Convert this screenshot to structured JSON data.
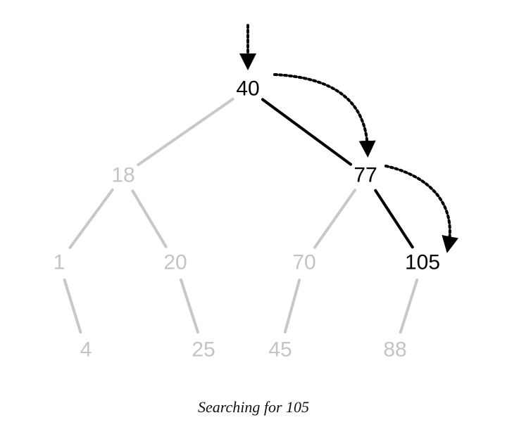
{
  "diagram": {
    "nodes": [
      {
        "id": "n40",
        "label": "40",
        "highlighted": true
      },
      {
        "id": "n18",
        "label": "18",
        "highlighted": false
      },
      {
        "id": "n77",
        "label": "77",
        "highlighted": true
      },
      {
        "id": "n1",
        "label": "1",
        "highlighted": false
      },
      {
        "id": "n20",
        "label": "20",
        "highlighted": false
      },
      {
        "id": "n70",
        "label": "70",
        "highlighted": false
      },
      {
        "id": "n105",
        "label": "105",
        "highlighted": true
      },
      {
        "id": "n4",
        "label": "4",
        "highlighted": false
      },
      {
        "id": "n25",
        "label": "25",
        "highlighted": false
      },
      {
        "id": "n45",
        "label": "45",
        "highlighted": false
      },
      {
        "id": "n88",
        "label": "88",
        "highlighted": false
      }
    ],
    "edges": [
      {
        "from": "n40",
        "to": "n18",
        "highlighted": false
      },
      {
        "from": "n40",
        "to": "n77",
        "highlighted": true
      },
      {
        "from": "n18",
        "to": "n1",
        "highlighted": false
      },
      {
        "from": "n18",
        "to": "n20",
        "highlighted": false
      },
      {
        "from": "n77",
        "to": "n70",
        "highlighted": false
      },
      {
        "from": "n77",
        "to": "n105",
        "highlighted": true
      },
      {
        "from": "n1",
        "to": "n4",
        "highlighted": false
      },
      {
        "from": "n20",
        "to": "n25",
        "highlighted": false
      },
      {
        "from": "n70",
        "to": "n45",
        "highlighted": false
      },
      {
        "from": "n105",
        "to": "n88",
        "highlighted": false
      }
    ],
    "search_path": [
      "n40",
      "n77",
      "n105"
    ],
    "colors": {
      "active": "#000000",
      "inactive": "#c8c8c8",
      "inactive_text": "#c4c4c4"
    }
  },
  "caption": "Searching for 105"
}
